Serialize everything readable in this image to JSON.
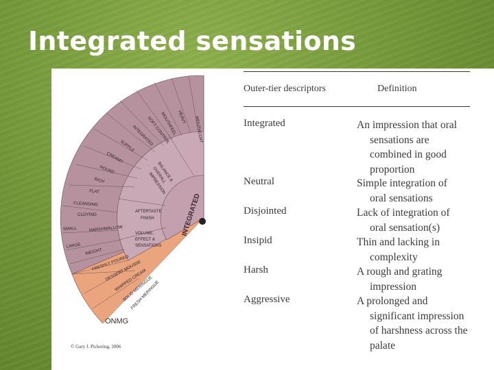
{
  "slide": {
    "title": "Integrated sensations"
  },
  "wheel": {
    "copyright": "© Gary J. Pickering, 2006",
    "inner_label": "INTEGRATED",
    "middle_labels": [
      "BALANCE & OVERALL IMPRESSION",
      "AFTERTASTE FINISH",
      "VOLUME, EFFECT & SENSATIONS"
    ],
    "outer_labels": [
      "MOUTHCOAT",
      "HEAVY",
      "CONTROL",
      "SOFT",
      "MOUTHFEEL",
      "SUPPLE",
      "CREAMY",
      "ROUND",
      "RICH",
      "FLAT",
      "CLEANSING",
      "CLOYING",
      "SMALL",
      "MARSHMALLOW",
      "LARGE",
      "WEIGHT",
      "FRESHLY POURED",
      "DESSERT MOUSSE",
      "WHIPPED CREAM",
      "SOLID MERINGUE",
      "FRESH MERINGUE"
    ],
    "orange_label": "ONMG",
    "colors": {
      "mauve": "#b6929f",
      "mauve_dark": "#8e6878",
      "peach": "#eaa57f"
    }
  },
  "table": {
    "col1_header": "Outer-tier descriptors",
    "col2_header": "Definition",
    "rows": [
      {
        "term": "Integrated",
        "def": [
          "An impression that oral",
          "sensations are",
          "combined in good",
          "proportion"
        ]
      },
      {
        "term": "Neutral",
        "def": [
          "Simple integration of",
          "oral sensations"
        ]
      },
      {
        "term": "Disjointed",
        "def": [
          "Lack of integration of",
          "oral sensation(s)"
        ]
      },
      {
        "term": "Insipid",
        "def": [
          "Thin and lacking in",
          "complexity"
        ]
      },
      {
        "term": "Harsh",
        "def": [
          "A rough and grating",
          "impression"
        ]
      },
      {
        "term": "Aggressive",
        "def": [
          "A prolonged and",
          "significant impression",
          "of harshness across the",
          "palate"
        ]
      }
    ]
  }
}
